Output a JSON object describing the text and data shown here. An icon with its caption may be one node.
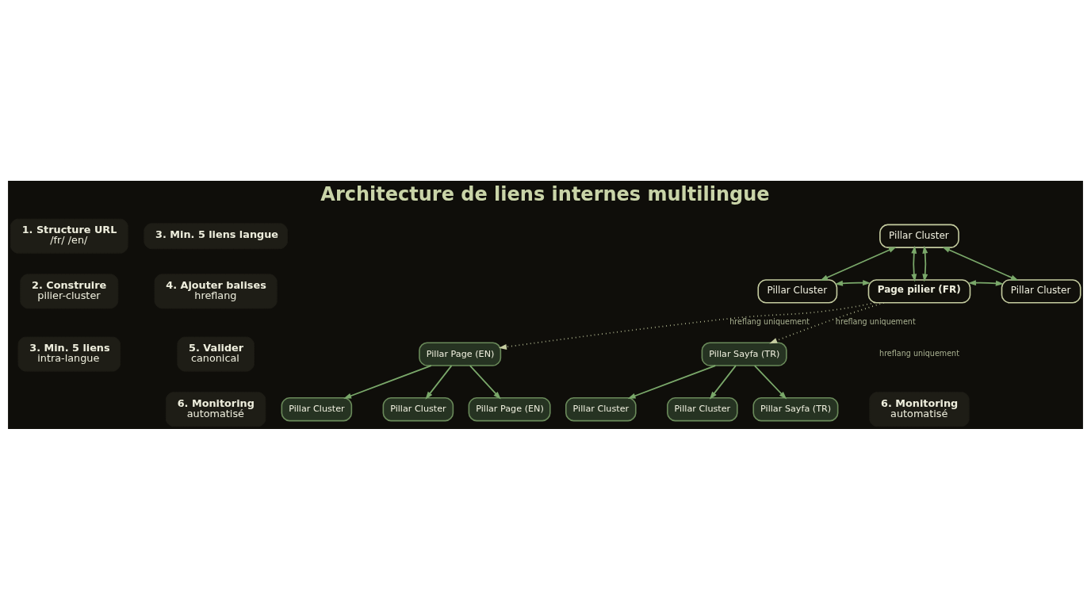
{
  "diagram": {
    "title": "Architecture de liens internes multilingue",
    "nodes": [
      {
        "text": [
          "1. Structure URL",
          "/fr/ /en/"
        ]
      },
      {
        "text": [
          "Pillar Cluster"
        ]
      },
      {
        "text": [
          "3. Min. 5 liens langue"
        ]
      },
      {
        "text": [
          "2. Construire",
          "pilier-cluster"
        ]
      },
      {
        "text": [
          "Pillar Cluster"
        ]
      },
      {
        "text": [
          "Page pilier (FR)"
        ]
      },
      {
        "text": [
          "Pillar Cluster"
        ]
      },
      {
        "text": [
          "4. Ajouter balises",
          "hreflang"
        ]
      },
      {
        "text": [
          "3. Min. 5 liens",
          "intra-langue"
        ]
      },
      {
        "text": [
          "Pillar Page (EN)"
        ]
      },
      {
        "text": [
          "Pillar Sayfa (TR)"
        ]
      },
      {
        "text": [
          "5. Valider",
          "canonical"
        ]
      },
      {
        "text": [
          "Pillar Cluster"
        ]
      },
      {
        "text": [
          "Pillar Cluster"
        ]
      },
      {
        "text": [
          "Pillar Cluster"
        ]
      },
      {
        "text": [
          "Pillar Cluster"
        ]
      },
      {
        "text": [
          "Pillar Page (EN)"
        ]
      },
      {
        "text": [
          "6. Monitoring",
          "automatisé"
        ]
      },
      {
        "text": [
          "Pillar Sayfa (TR)"
        ]
      },
      {
        "text": [
          "6. Monitoring",
          "automatisé"
        ]
      }
    ],
    "edges": [
      {
        "from": 1,
        "to": 4,
        "arrow": "both"
      },
      {
        "from": 1,
        "to": 6,
        "arrow": "both"
      },
      {
        "from": 1,
        "to": 5,
        "arrow": "both"
      },
      {
        "from": 1,
        "to": 5,
        "arrow": "both"
      },
      {
        "from": 4,
        "to": 5,
        "arrow": "both"
      },
      {
        "from": 5,
        "to": 6,
        "arrow": "both"
      },
      {
        "from": 5,
        "to": 9,
        "arrow": "to",
        "label": "hreflang uniquement",
        "style": "dashed",
        "color": "#c5cca0"
      },
      {
        "from": 5,
        "to": 10,
        "arrow": "to",
        "label": "hreflang uniquement",
        "style": "dashed",
        "color": "#c5cca0"
      },
      {
        "from": 9,
        "to": 12,
        "arrow": "to"
      },
      {
        "from": 9,
        "to": 13,
        "arrow": "to"
      },
      {
        "from": 9,
        "to": 16,
        "arrow": "to"
      },
      {
        "from": 10,
        "to": 14,
        "arrow": "to"
      },
      {
        "from": 10,
        "to": 15,
        "arrow": "to"
      },
      {
        "from": 10,
        "to": 18,
        "arrow": "to"
      }
    ],
    "labels": [
      "hreflang uniquement"
    ]
  }
}
